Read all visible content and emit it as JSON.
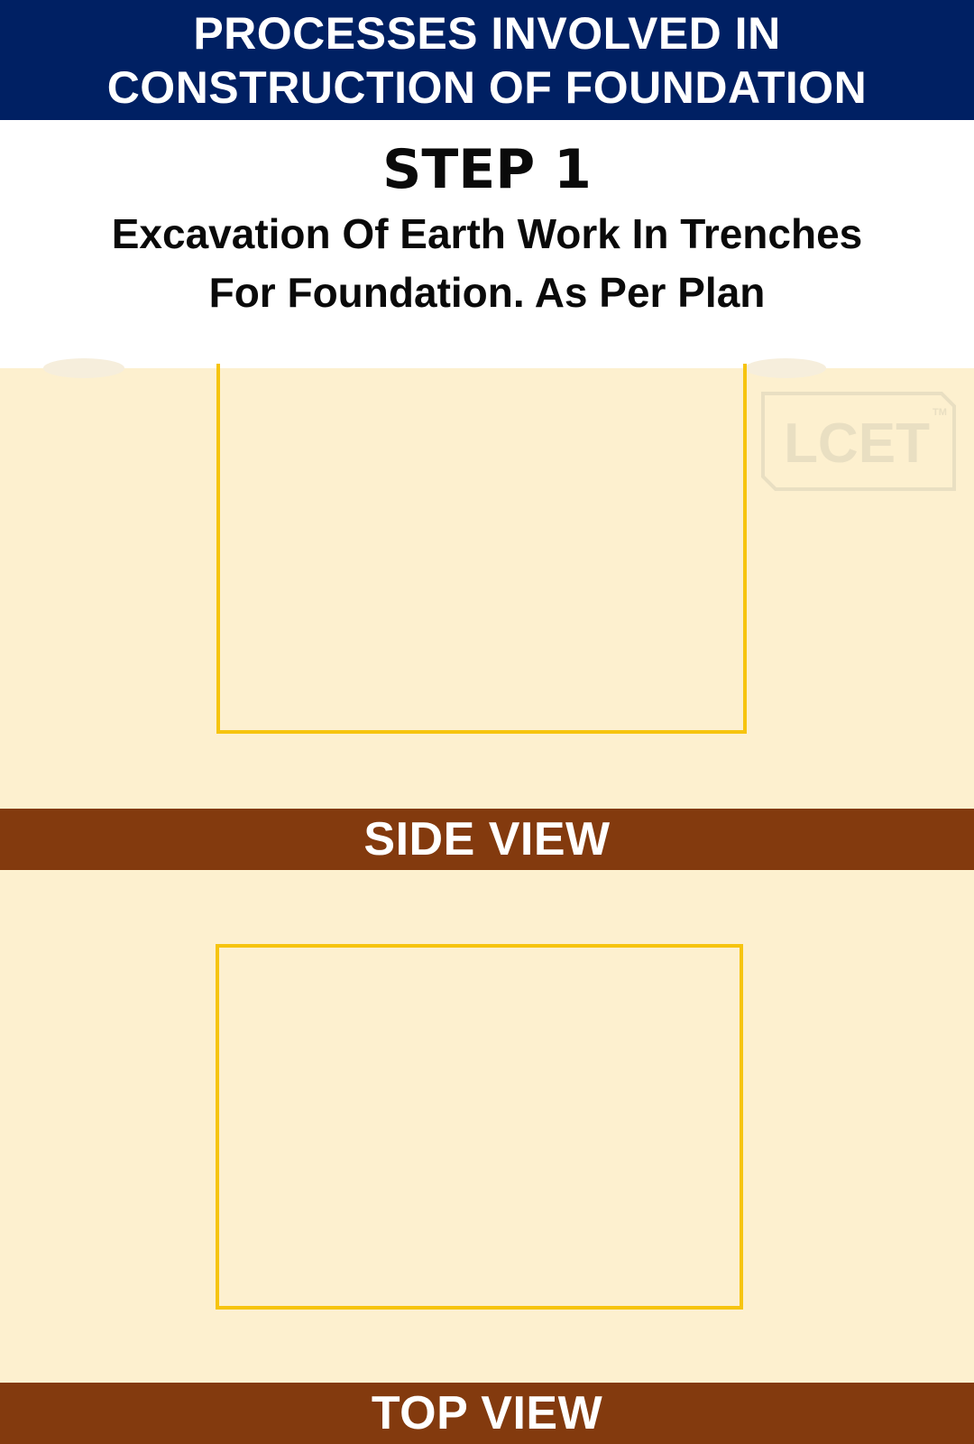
{
  "header": {
    "line1": "PROCESSES INVOLVED IN",
    "line2": "CONSTRUCTION OF FOUNDATION"
  },
  "step": {
    "title": "STEP 1",
    "description_line1": "Excavation Of Earth Work In Trenches",
    "description_line2": "For Foundation. As Per Plan"
  },
  "side_view": {
    "label": "SIDE VIEW"
  },
  "top_view": {
    "label": "TOP VIEW"
  },
  "watermark": {
    "text": "LCET",
    "trademark": "TM"
  },
  "colors": {
    "header_background": "#002063",
    "soil": "#fdf0cf",
    "trench_outline": "#f6c40f",
    "label_bar": "#833a0e",
    "watermark": "#e9dfc2"
  }
}
